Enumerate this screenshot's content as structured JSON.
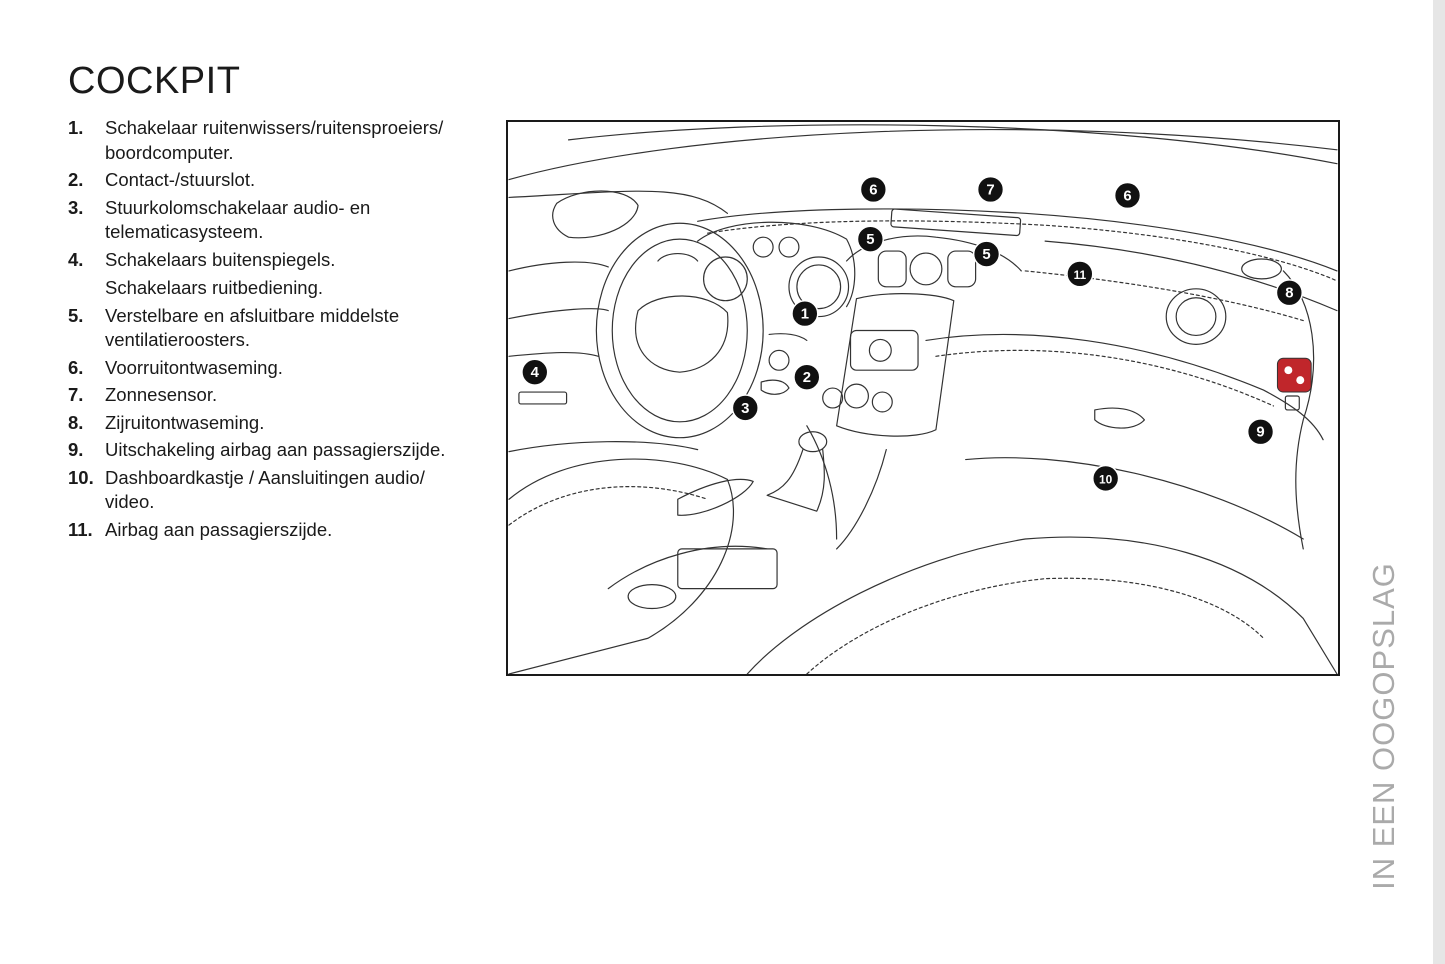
{
  "page": {
    "title": "COCKPIT",
    "side_tab": "IN EEN OOGOPSLAG"
  },
  "legend": [
    {
      "num": "1.",
      "lines": [
        "Schakelaar ruitenwissers/ruitensproeiers/",
        "boordcomputer."
      ]
    },
    {
      "num": "2.",
      "lines": [
        "Contact-/stuurslot."
      ]
    },
    {
      "num": "3.",
      "lines": [
        "Stuurkolomschakelaar audio- en",
        "telematicasysteem."
      ]
    },
    {
      "num": "4.",
      "lines": [
        "Schakelaars buitenspiegels.",
        "Schakelaars ruitbediening."
      ]
    },
    {
      "num": "5.",
      "lines": [
        "Verstelbare en afsluitbare middelste",
        "ventilatieroosters."
      ]
    },
    {
      "num": "6.",
      "lines": [
        "Voorruitontwaseming."
      ]
    },
    {
      "num": "7.",
      "lines": [
        "Zonnesensor."
      ]
    },
    {
      "num": "8.",
      "lines": [
        "Zijruitontwaseming."
      ]
    },
    {
      "num": "9.",
      "lines": [
        "Uitschakeling airbag aan passagierszijde."
      ]
    },
    {
      "num": "10.",
      "lines": [
        "Dashboardkastje / Aansluitingen audio/",
        "video."
      ]
    },
    {
      "num": "11.",
      "lines": [
        "Airbag aan passagierszijde."
      ]
    }
  ],
  "figure": {
    "callouts": [
      "1",
      "2",
      "3",
      "4",
      "5",
      "5",
      "6",
      "6",
      "7",
      "8",
      "9",
      "10",
      "11"
    ],
    "colors": {
      "badge": "#111111",
      "badge_text": "#ffffff",
      "highlight": "#c0262b",
      "line": "#333333"
    }
  }
}
